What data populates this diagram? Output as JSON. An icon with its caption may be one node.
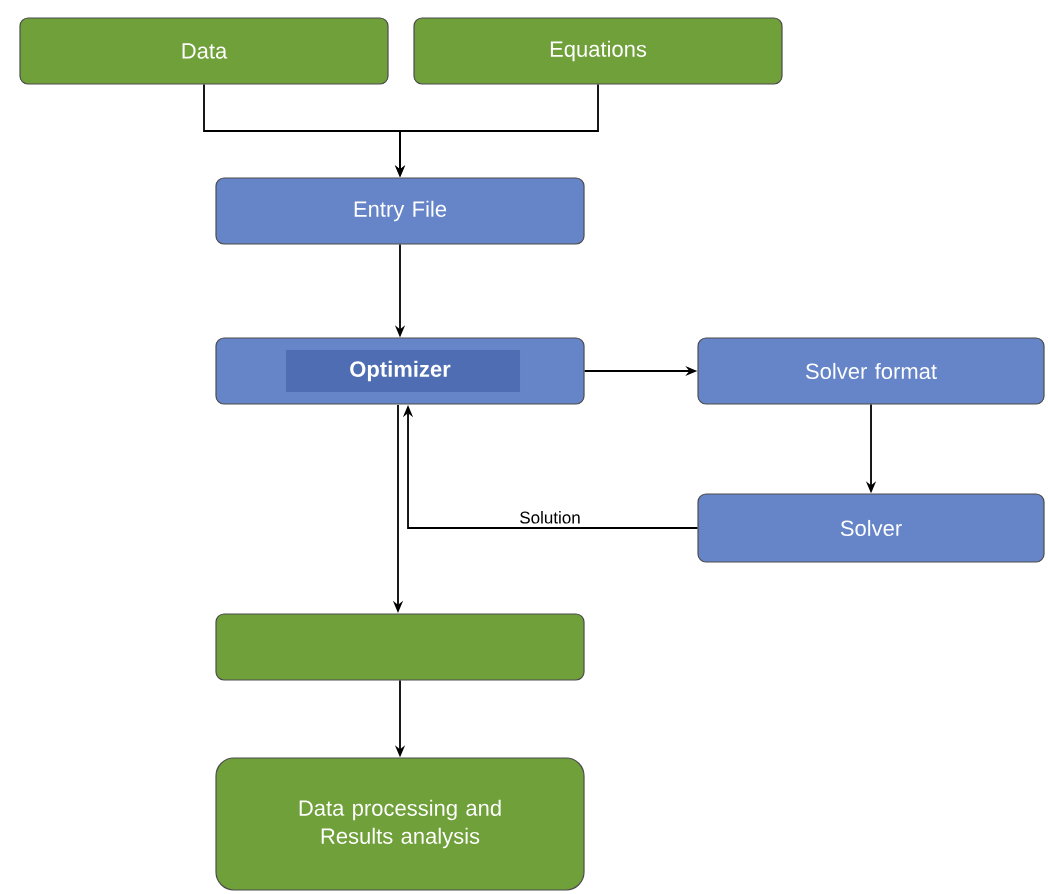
{
  "diagram": {
    "nodes": [
      {
        "text": [
          "Data"
        ]
      },
      {
        "text": [
          "Equations"
        ]
      },
      {
        "text": [
          "Entry File"
        ]
      },
      {
        "text": [
          "Optimizer"
        ]
      },
      {
        "text": [
          "Solver format"
        ]
      },
      {
        "text": [
          "Solver"
        ]
      },
      {
        "text": [],
        "shape": "box"
      },
      {
        "text": [
          "Data processing and Results analysis"
        ]
      }
    ],
    "edges": [
      {
        "from": 0,
        "to": 2,
        "arrow": "to"
      },
      {
        "from": 1,
        "to": 2,
        "arrow": "to"
      },
      {
        "from": 2,
        "to": 3,
        "arrow": "to"
      },
      {
        "from": 3,
        "to": 4,
        "arrow": "to"
      },
      {
        "from": 4,
        "to": 5,
        "arrow": "to"
      },
      {
        "from": 5,
        "to": 3,
        "arrow": "to",
        "label": "Solution"
      },
      {
        "from": 3,
        "to": 6,
        "arrow": "to"
      },
      {
        "from": 6,
        "to": 7,
        "arrow": "to"
      }
    ]
  }
}
